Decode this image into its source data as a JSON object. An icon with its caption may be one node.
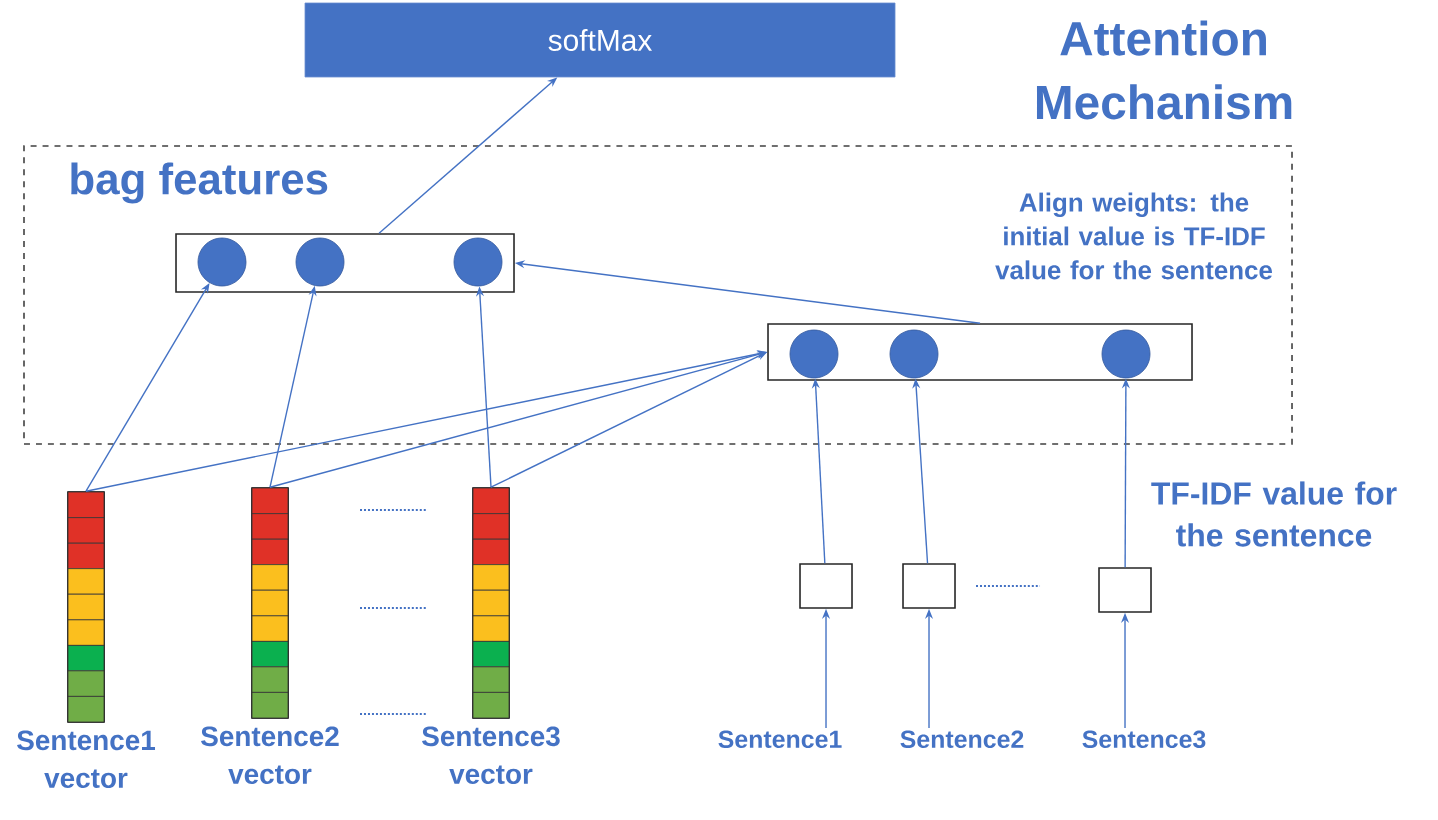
{
  "diagram": {
    "title": "Attention Mechanism",
    "nodes": [
      {
        "text": [
          "softMax"
        ]
      },
      {
        "text": [
          "bag features"
        ]
      },
      {
        "text": [],
        "shape": "box",
        "in": 1
      },
      {
        "text": [],
        "shape": "circle",
        "in": 2
      },
      {
        "text": [],
        "shape": "circle",
        "in": 2
      },
      {
        "text": [],
        "shape": "circle",
        "in": 2
      },
      {
        "text": [],
        "shape": "box",
        "in": 1
      },
      {
        "text": [],
        "shape": "circle",
        "in": 6
      },
      {
        "text": [],
        "shape": "circle",
        "in": 6
      },
      {
        "text": [],
        "shape": "circle",
        "in": 6
      },
      {
        "text": [],
        "shape": "bar",
        "beside": [
          "Sentence1 vector"
        ]
      },
      {
        "text": [],
        "shape": "bar",
        "beside": [
          "Sentence2 vector"
        ]
      },
      {
        "text": [],
        "shape": "bar",
        "beside": [
          "Sentence3 vector"
        ]
      },
      {
        "text": [],
        "shape": "box"
      },
      {
        "text": [],
        "shape": "box"
      },
      {
        "text": [],
        "shape": "box"
      },
      {
        "text": [
          "Sentence1"
        ]
      },
      {
        "text": [
          "Sentence2"
        ]
      },
      {
        "text": [
          "Sentence3"
        ]
      }
    ],
    "edges": [
      {
        "from": 2,
        "to": 0,
        "arrow": "to"
      },
      {
        "from": 6,
        "to": 2,
        "arrow": "to"
      },
      {
        "from": 10,
        "to": 3,
        "arrow": "to"
      },
      {
        "from": 11,
        "to": 4,
        "arrow": "to"
      },
      {
        "from": 12,
        "to": 5,
        "arrow": "to"
      },
      {
        "from": 10,
        "to": 6,
        "arrow": "to"
      },
      {
        "from": 11,
        "to": 6,
        "arrow": "to"
      },
      {
        "from": 12,
        "to": 6,
        "arrow": "to"
      },
      {
        "from": 13,
        "to": 7,
        "arrow": "to"
      },
      {
        "from": 14,
        "to": 8,
        "arrow": "to"
      },
      {
        "from": 15,
        "to": 9,
        "arrow": "to"
      },
      {
        "from": 16,
        "to": 13,
        "arrow": "to"
      },
      {
        "from": 17,
        "to": 14,
        "arrow": "to"
      },
      {
        "from": 18,
        "to": 15,
        "arrow": "to"
      }
    ],
    "labels": [
      "Align weights: the initial value is TF-IDF value for the sentence",
      "TF-IDF value for the sentence"
    ]
  }
}
